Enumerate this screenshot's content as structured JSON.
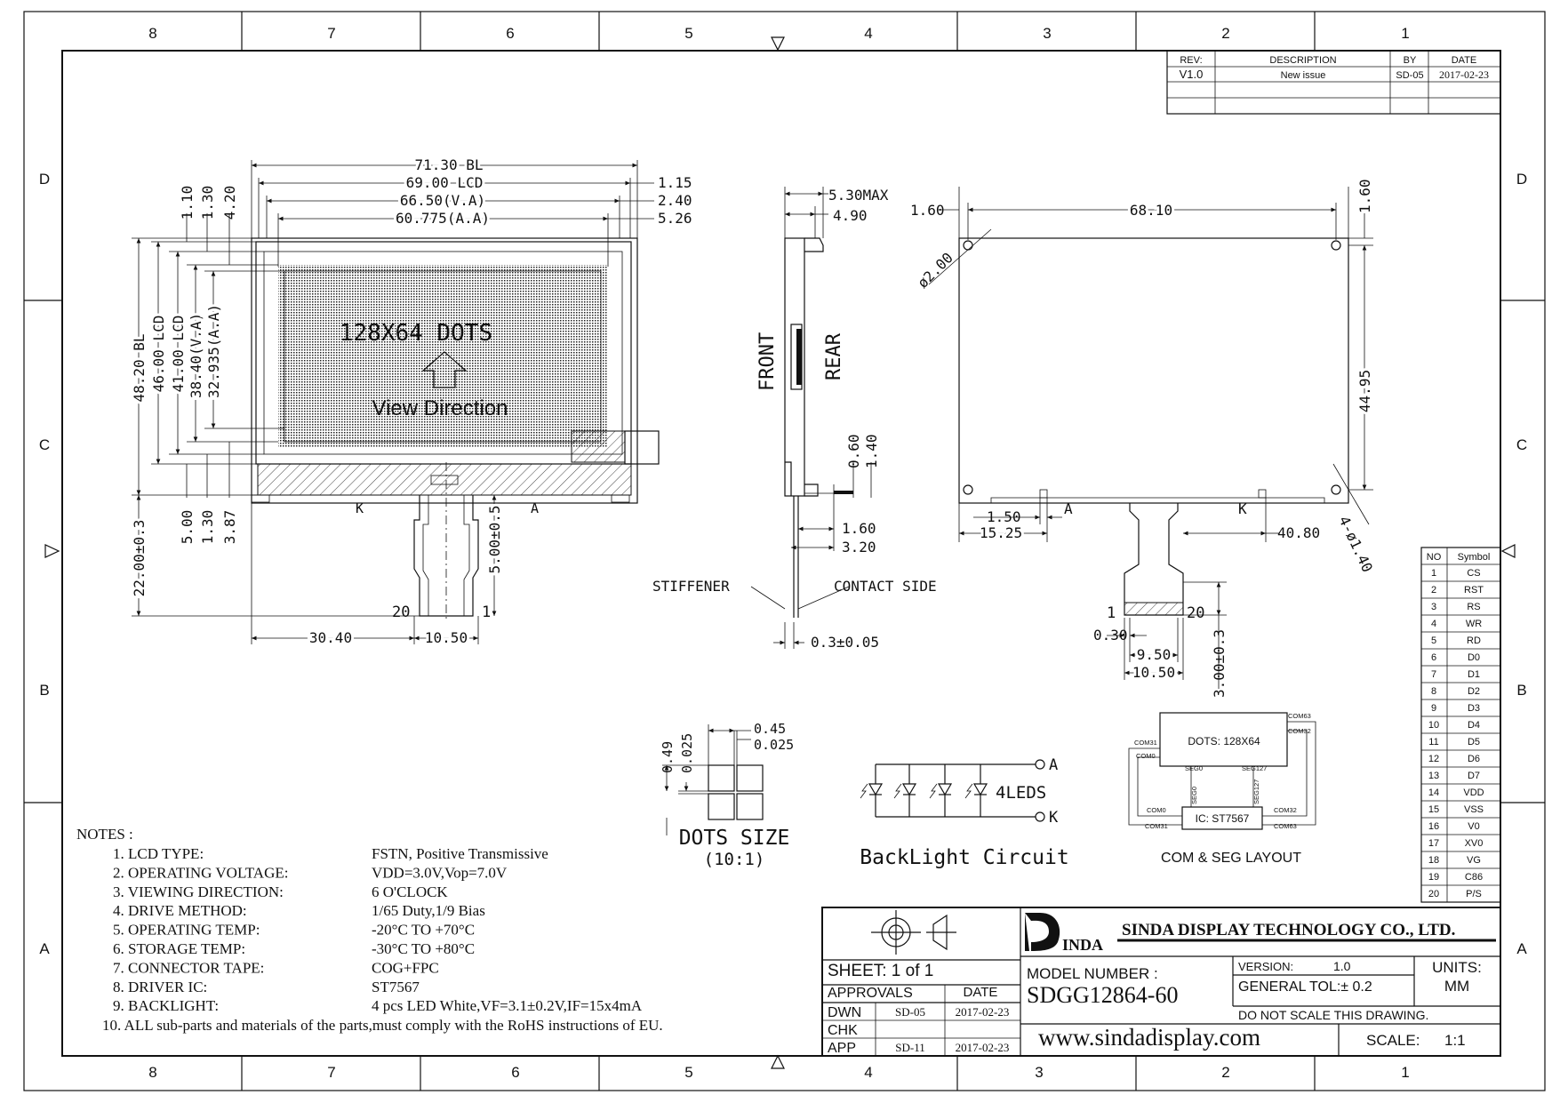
{
  "border": {
    "columns": [
      "8",
      "7",
      "6",
      "5",
      "4",
      "3",
      "2",
      "1"
    ],
    "rows": [
      "D",
      "C",
      "B",
      "A"
    ]
  },
  "revision": {
    "headers": [
      "REV:",
      "DESCRIPTION",
      "BY",
      "DATE"
    ],
    "row": [
      "V1.0",
      "New issue",
      "SD-05",
      "2017-02-23"
    ]
  },
  "front_view": {
    "dims_top": [
      "71.30 BL",
      "69.00 LCD",
      "66.50(V.A)",
      "60.775(A.A)"
    ],
    "dims_right": [
      "1.15",
      "2.40",
      "5.26"
    ],
    "dims_left_top": [
      "1.10",
      "1.30",
      "4.20"
    ],
    "dims_vertical": [
      "48.20 BL",
      "46.00 LCD",
      "41.00 LCD",
      "38.40(V.A)",
      "32.935(A.A)"
    ],
    "dims_left_bottom": [
      "22.00±0.3",
      "5.00",
      "1.30",
      "3.87"
    ],
    "dims_bottom": [
      "30.40",
      "10.50"
    ],
    "dim_fpc": "5.00±0.5",
    "dots_label": "128X64 DOTS",
    "view_label": "View Direction",
    "pin_labels": [
      "K",
      "A",
      "20",
      "1"
    ]
  },
  "side_view": {
    "dims": [
      "5.30MAX",
      "4.90",
      "0.60",
      "1.40",
      "1.60",
      "3.20",
      "0.3±0.05"
    ],
    "front": "FRONT",
    "rear": "REAR",
    "stiffener": "STIFFENER",
    "contact": "CONTACT SIDE"
  },
  "rear_view": {
    "dims": [
      "1.60",
      "68.10",
      "1.60",
      "ø2.00",
      "44.95",
      "1.50",
      "15.25",
      "40.80",
      "4-ø1.40",
      "0.30",
      "9.50",
      "10.50",
      "3.00±0.3"
    ],
    "pin_labels": [
      "A",
      "K",
      "1",
      "20"
    ]
  },
  "dots_size": {
    "dims": [
      "0.45",
      "0.025",
      "0.49",
      "0.025"
    ],
    "title": "DOTS SIZE",
    "scale": "(10:1)"
  },
  "backlight": {
    "a": "A",
    "k": "K",
    "leds": "4LEDS",
    "title": "BackLight Circuit"
  },
  "com_seg": {
    "dots": "DOTS: 128X64",
    "ic": "IC: ST7567",
    "pins": [
      "COM63",
      "COM32",
      "COM31",
      "COM0",
      "SEG0",
      "SEG127",
      "SEG0",
      "SEG127",
      "COM0",
      "COM31",
      "COM32",
      "COM63"
    ],
    "title": "COM & SEG LAYOUT"
  },
  "pin_table": {
    "headers": [
      "NO",
      "Symbol"
    ],
    "rows": [
      [
        "1",
        "CS"
      ],
      [
        "2",
        "RST"
      ],
      [
        "3",
        "RS"
      ],
      [
        "4",
        "WR"
      ],
      [
        "5",
        "RD"
      ],
      [
        "6",
        "D0"
      ],
      [
        "7",
        "D1"
      ],
      [
        "8",
        "D2"
      ],
      [
        "9",
        "D3"
      ],
      [
        "10",
        "D4"
      ],
      [
        "11",
        "D5"
      ],
      [
        "12",
        "D6"
      ],
      [
        "13",
        "D7"
      ],
      [
        "14",
        "VDD"
      ],
      [
        "15",
        "VSS"
      ],
      [
        "16",
        "V0"
      ],
      [
        "17",
        "XV0"
      ],
      [
        "18",
        "VG"
      ],
      [
        "19",
        "C86"
      ],
      [
        "20",
        "P/S"
      ]
    ]
  },
  "notes": {
    "title": "NOTES :",
    "items": [
      {
        "label": "1. LCD TYPE:",
        "value": "FSTN, Positive Transmissive"
      },
      {
        "label": "2. OPERATING VOLTAGE:",
        "value": "VDD=3.0V,Vop=7.0V"
      },
      {
        "label": "3. VIEWING DIRECTION:",
        "value": "6 O'CLOCK"
      },
      {
        "label": "4. DRIVE METHOD:",
        "value": "1/65 Duty,1/9 Bias"
      },
      {
        "label": "5. OPERATING TEMP:",
        "value": "-20°C TO +70°C"
      },
      {
        "label": "6. STORAGE TEMP:",
        "value": "-30°C TO +80°C"
      },
      {
        "label": "7. CONNECTOR TAPE:",
        "value": "COG+FPC"
      },
      {
        "label": "8. DRIVER IC:",
        "value": "ST7567"
      },
      {
        "label": "9. BACKLIGHT:",
        "value": "4 pcs LED White,VF=3.1±0.2V,IF=15x4mA"
      }
    ],
    "last": "10. ALL sub-parts and materials of the parts,must comply with the RoHS instructions of EU."
  },
  "title_block": {
    "logo": "INDA",
    "company": "SINDA DISPLAY TECHNOLOGY CO., LTD.",
    "sheet": "SHEET: 1 of 1",
    "approvals": "APPROVALS",
    "date_header": "DATE",
    "rows": [
      [
        "DWN",
        "SD-05",
        "2017-02-23"
      ],
      [
        "CHK",
        "",
        ""
      ],
      [
        "APP",
        "SD-11",
        "2017-02-23"
      ]
    ],
    "model_label": "MODEL NUMBER :",
    "model": "SDGG12864-60",
    "version_label": "VERSION:",
    "version": "1.0",
    "tol": "GENERAL TOL:± 0.2",
    "units_label": "UNITS:",
    "units": "MM",
    "noscale": "DO NOT SCALE THIS DRAWING.",
    "website": "www.sindadisplay.com",
    "scale_label": "SCALE:",
    "scale": "1:1"
  }
}
